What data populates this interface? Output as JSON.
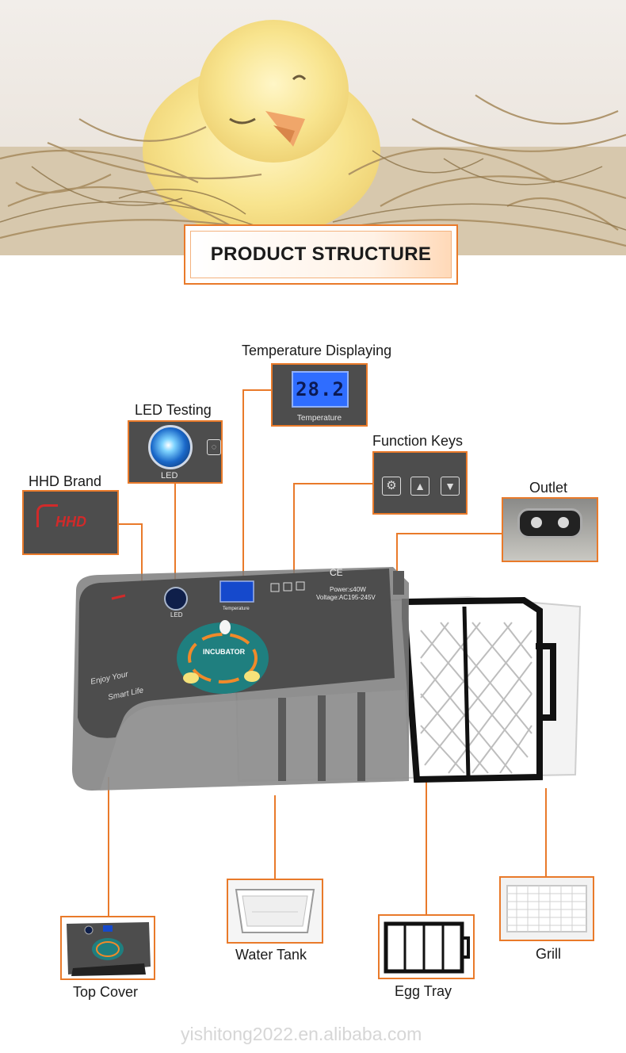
{
  "section_title": "PRODUCT STRUCTURE",
  "labels": {
    "temperature_displaying": "Temperature Displaying",
    "led_testing": "LED Testing",
    "function_keys": "Function Keys",
    "hhd_brand": "HHD Brand",
    "outlet": "Outlet",
    "water_tank": "Water Tank",
    "grill": "Grill",
    "top_cover": "Top Cover",
    "egg_tray": "Egg Tray"
  },
  "display": {
    "reading": "28.2",
    "caption": "Temperature"
  },
  "led_caption": "LED",
  "brand_mark": "HHD",
  "device": {
    "power": "Power:≤40W",
    "voltage": "Voltage:AC195-245V",
    "logo_text": "INCUBATOR",
    "slogan_1": "Enjoy Your",
    "slogan_2": "Smart Life",
    "panel_led": "LED",
    "panel_temp": "Temperature",
    "ce_mark": "CE"
  },
  "watermark": "yishitong2022.en.alibaba.com",
  "colors": {
    "accent": "#e97a2a",
    "panel": "#4d4d4d",
    "lcd": "#2f6dff"
  }
}
